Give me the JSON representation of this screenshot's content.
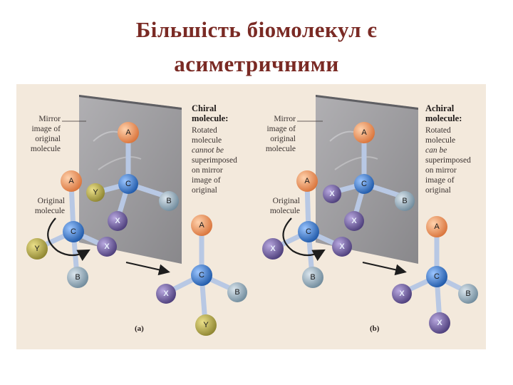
{
  "title": {
    "line1": "Більшість біомолекул є",
    "line2": "асиметричними"
  },
  "figure": {
    "panel_a": {
      "mirror_label": [
        "Mirror",
        "image of",
        "original",
        "molecule"
      ],
      "original_label": [
        "Original",
        "molecule"
      ],
      "heading": [
        "Chiral",
        "molecule:"
      ],
      "desc": [
        "Rotated",
        "molecule",
        "cannot be",
        "superimposed",
        "on mirror",
        "image of",
        "original"
      ],
      "tag": "(a)"
    },
    "panel_b": {
      "mirror_label": [
        "Mirror",
        "image of",
        "original",
        "molecule"
      ],
      "original_label": [
        "Original",
        "molecule"
      ],
      "heading": [
        "Achiral",
        "molecule:"
      ],
      "desc": [
        "Rotated",
        "molecule",
        "can be",
        "superimposed",
        "on mirror",
        "image of",
        "original"
      ],
      "tag": "(b)"
    },
    "atoms": {
      "A": "A",
      "B": "B",
      "C": "C",
      "X": "X",
      "Y": "Y"
    },
    "colors": {
      "A": "#e8894f",
      "B": "#8aa3b3",
      "C": "#2f6fc0",
      "X": "#6a5a96",
      "Y": "#b4a84a",
      "mirror": "#8f8f93",
      "title": "#7a2a24"
    }
  }
}
